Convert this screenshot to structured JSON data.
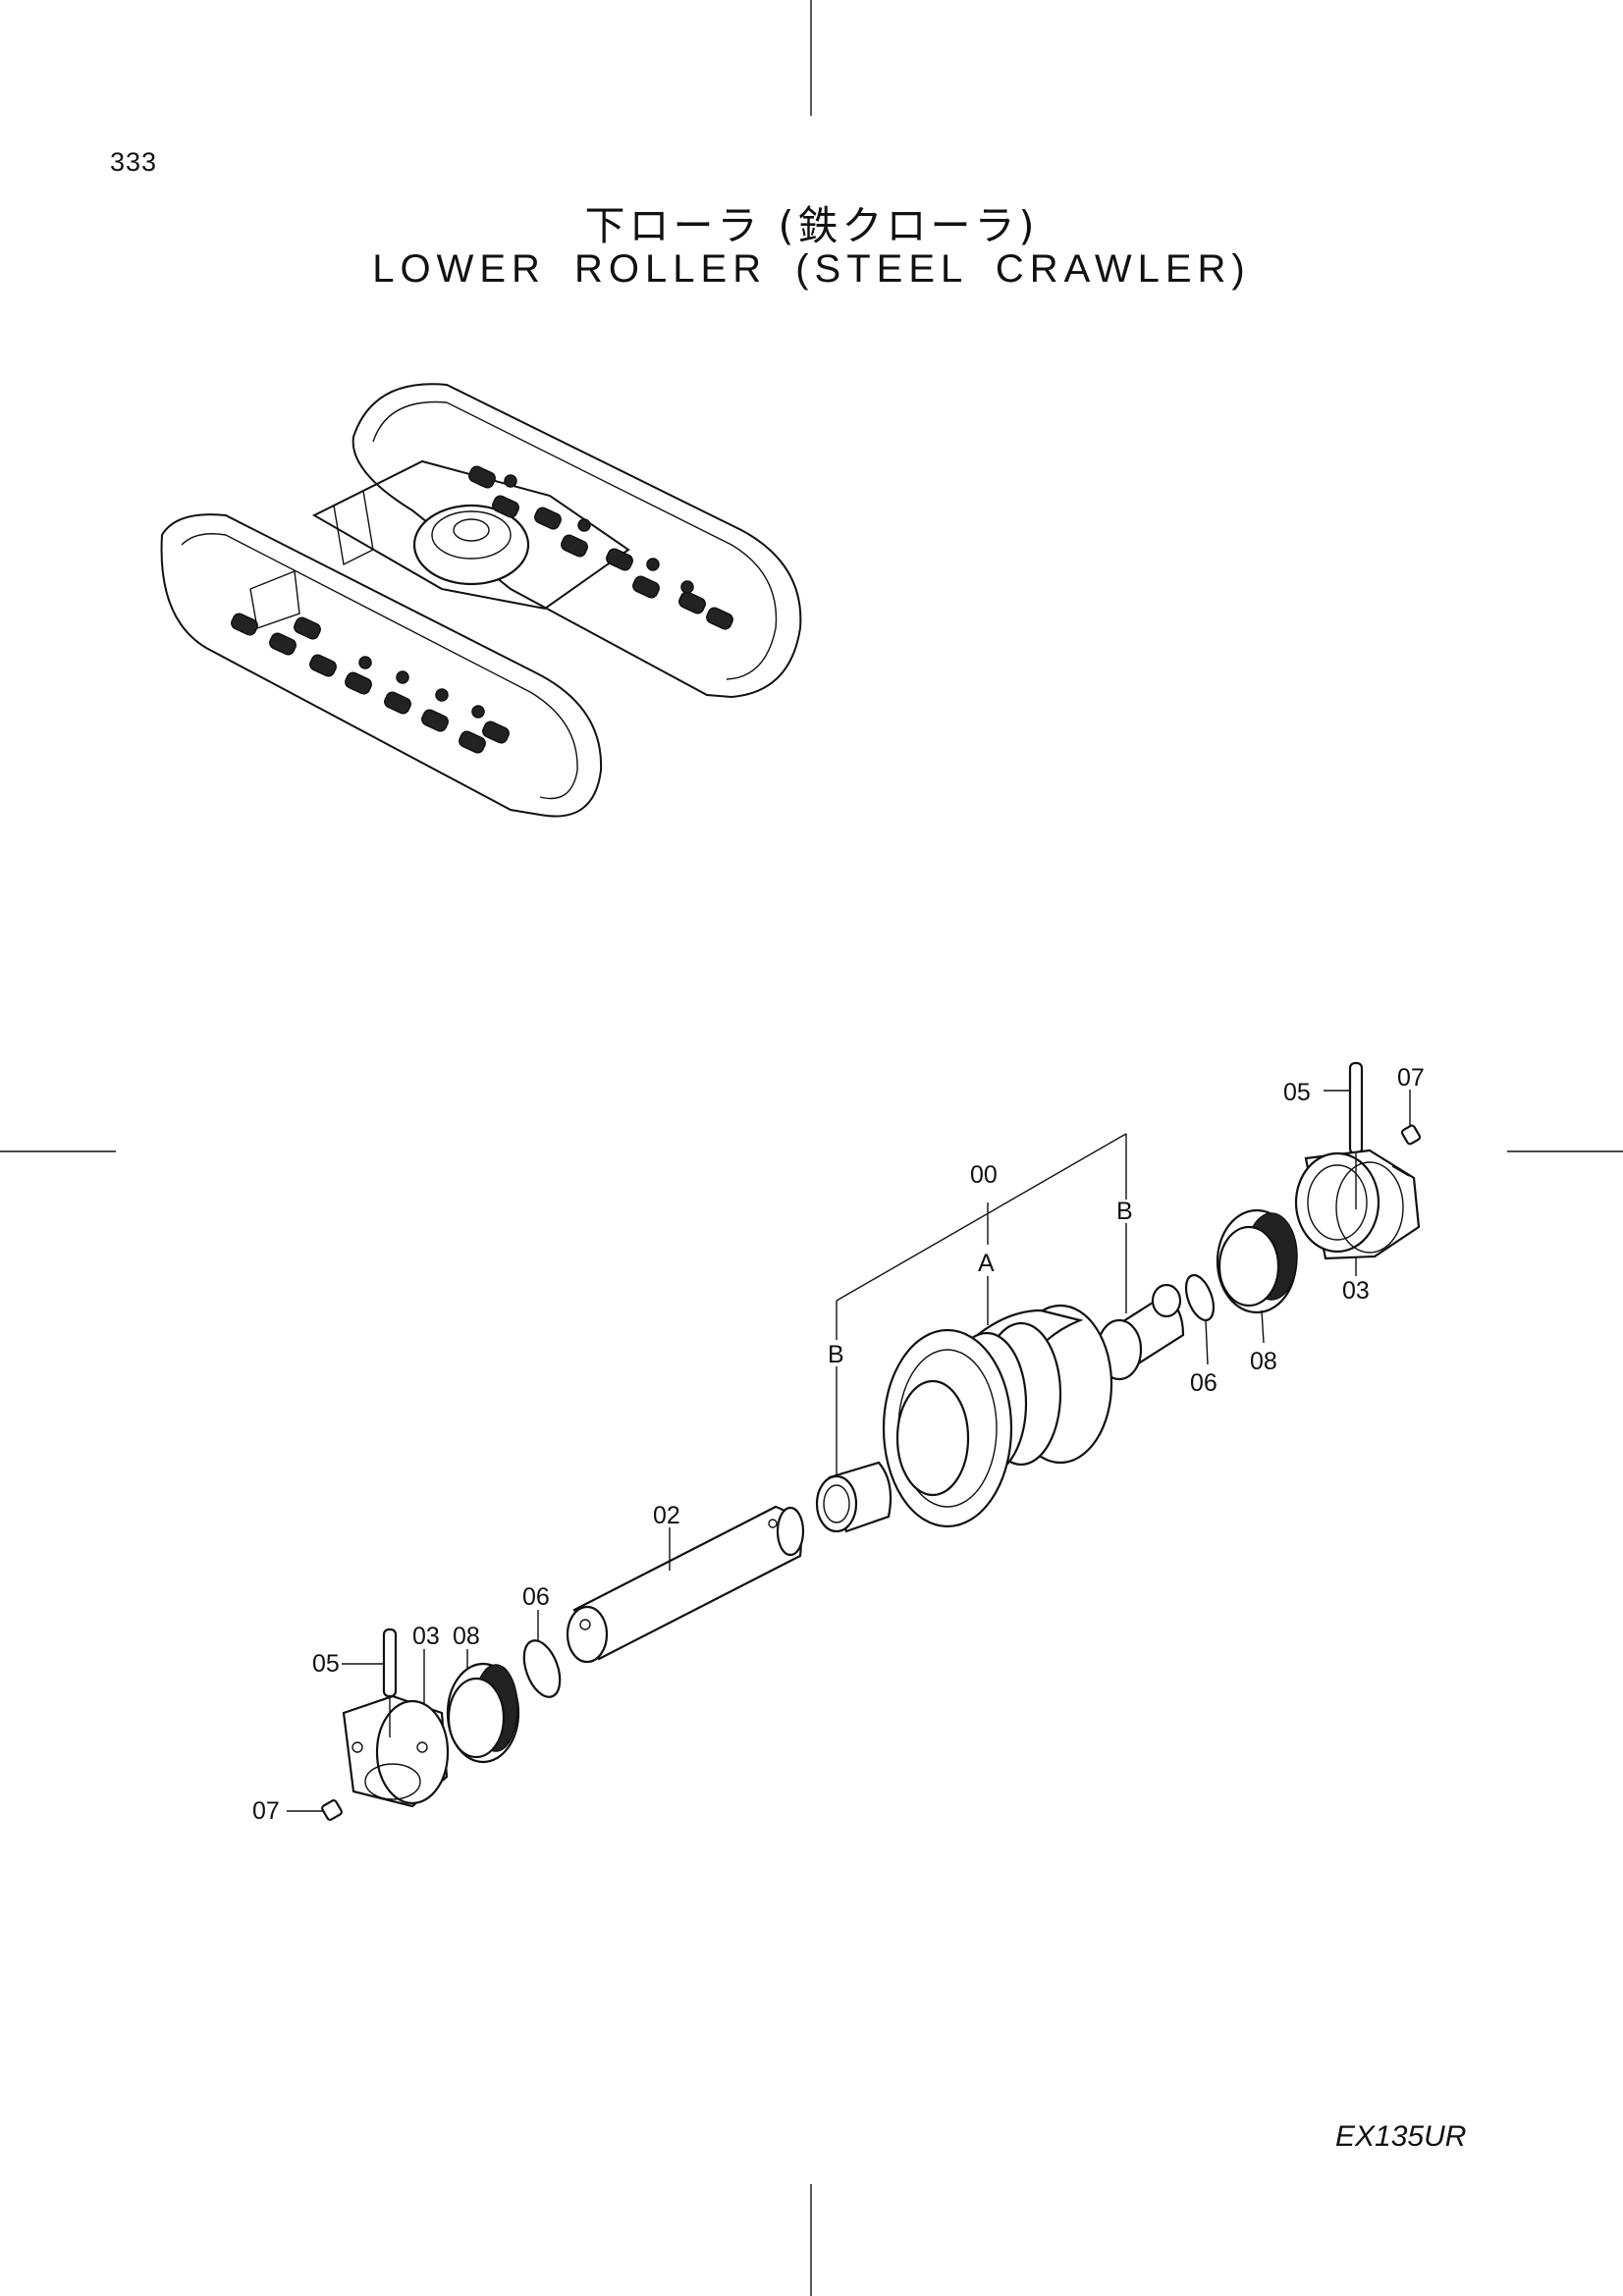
{
  "page": {
    "number": "333",
    "title_jp": "下ローラ (鉄クローラ)",
    "title_en": "LOWER ROLLER (STEEL CRAWLER)",
    "model": "EX135UR"
  },
  "callouts": {
    "c00": "00",
    "cA": "A",
    "cB_left": "B",
    "cB_right": "B",
    "c02": "02",
    "c03_left": "03",
    "c03_right": "03",
    "c05_left": "05",
    "c05_right": "05",
    "c06_left": "06",
    "c06_right": "06",
    "c07_left": "07",
    "c07_right": "07",
    "c08_left": "08",
    "c08_right": "08"
  }
}
